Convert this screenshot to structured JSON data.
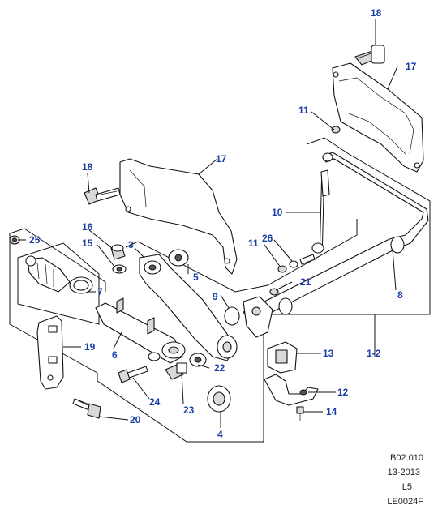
{
  "labels": {
    "p1_2": "1-2",
    "p4": "4",
    "p5": "5",
    "p6": "6",
    "p7": "7",
    "p8": "8",
    "p9": "9",
    "p10": "10",
    "p11a": "11",
    "p11b": "11",
    "p12": "12",
    "p13": "13",
    "p14": "14",
    "p15": "15",
    "p16": "16",
    "p17a": "17",
    "p17b": "17",
    "p18a": "18",
    "p18b": "18",
    "p19": "19",
    "p20": "20",
    "p21": "21",
    "p22": "22",
    "p23": "23",
    "p24": "24",
    "p25": "25",
    "p26": "26",
    "p3": "3"
  },
  "footer": {
    "ref": "B02.010",
    "date": "13-2013",
    "level": "L5",
    "code": "LE0024F"
  },
  "colors": {
    "label": "#1a3ea8",
    "line": "#111111"
  }
}
